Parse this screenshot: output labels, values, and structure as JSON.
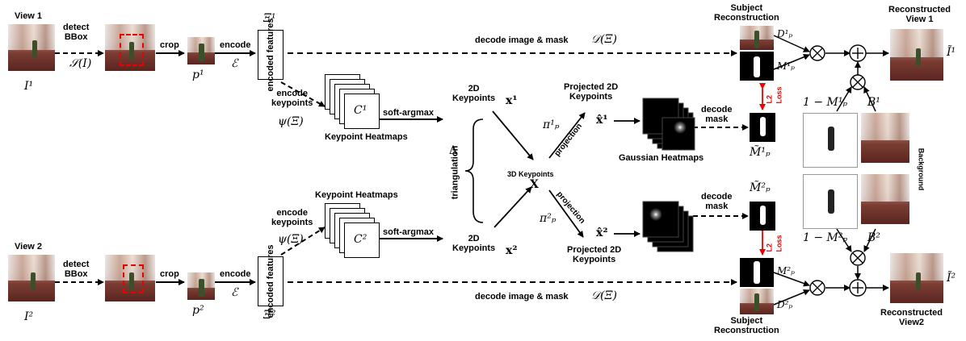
{
  "labels": {
    "view1": "View 1",
    "view2": "View 2",
    "detect_bbox1": "detect\nBBox",
    "detect_bbox2": "detect\nBBox",
    "crop1": "crop",
    "crop2": "crop",
    "encode1": "encode",
    "encode2": "encode",
    "encoded_features1": "encoded\nfeatures",
    "encoded_features2": "encoded\nfeatures",
    "encode_keypoints1": "encode\nkeypoints",
    "encode_keypoints2": "encode\nkeypoints",
    "soft_argmax1": "soft-argmax",
    "soft_argmax2": "soft-argmax",
    "keypoint_heatmaps1": "Keypoint Heatmaps",
    "keypoint_heatmaps2": "Keypoint Heatmaps",
    "keypoints2d_1": "2D\nKeypoints",
    "keypoints2d_2": "2D\nKeypoints",
    "triangulation": "triangulation",
    "keypoints3d": "3D Keypoints",
    "projection1": "projection",
    "projection2": "projection",
    "projected1": "Projected 2D\nKeypoints",
    "projected2": "Projected 2D\nKeypoints",
    "gaussian_heatmaps": "Gaussian Heatmaps",
    "decode_mask1": "decode\nmask",
    "decode_mask2": "decode\nmask",
    "l2_loss1": "L2\nLoss",
    "l2_loss2": "L2\nLoss",
    "decode_image_mask1": "decode image & mask",
    "decode_image_mask2": "decode image & mask",
    "subject_recon1": "Subject\nReconstruction",
    "subject_recon2": "Subject\nReconstruction",
    "reconstructed_view1": "Reconstructed\nView 1",
    "reconstructed_view2": "Reconstructed\nView2",
    "background": "Background"
  },
  "math": {
    "I1": "I¹",
    "I2": "I²",
    "S_of_I": "𝒮(I)",
    "p1": "p¹",
    "p2": "p²",
    "E1": "ℰ",
    "E2": "ℰ",
    "Xi1": "Ξ¹",
    "Xi2": "Ξ²",
    "psi1": "ψ(Ξ)",
    "psi2": "ψ(Ξ)",
    "C1": "C¹",
    "C2": "C²",
    "x1": "x¹",
    "x2": "x²",
    "X": "X",
    "delta": "Δ",
    "pi1": "π¹ₚ",
    "pi2": "π²ₚ",
    "xhat1": "x̂¹",
    "xhat2": "x̂²",
    "Mtilde1": "M̃¹ₚ",
    "Mtilde2": "M̃²ₚ",
    "Dfunc1": "𝒟(Ξ)",
    "Dfunc2": "𝒟(Ξ)",
    "D1": "D¹ₚ",
    "D2": "D²ₚ",
    "M1": "M¹ₚ",
    "M2": "M²ₚ",
    "one_minus_M1": "1 − M¹ₚ",
    "one_minus_M2": "1 − M²ₚ",
    "B1": "B¹",
    "B2": "B²",
    "Itilde1": "Ĩ¹",
    "Itilde2": "Ĩ²",
    "times": "⊗",
    "plus": "⊕"
  }
}
